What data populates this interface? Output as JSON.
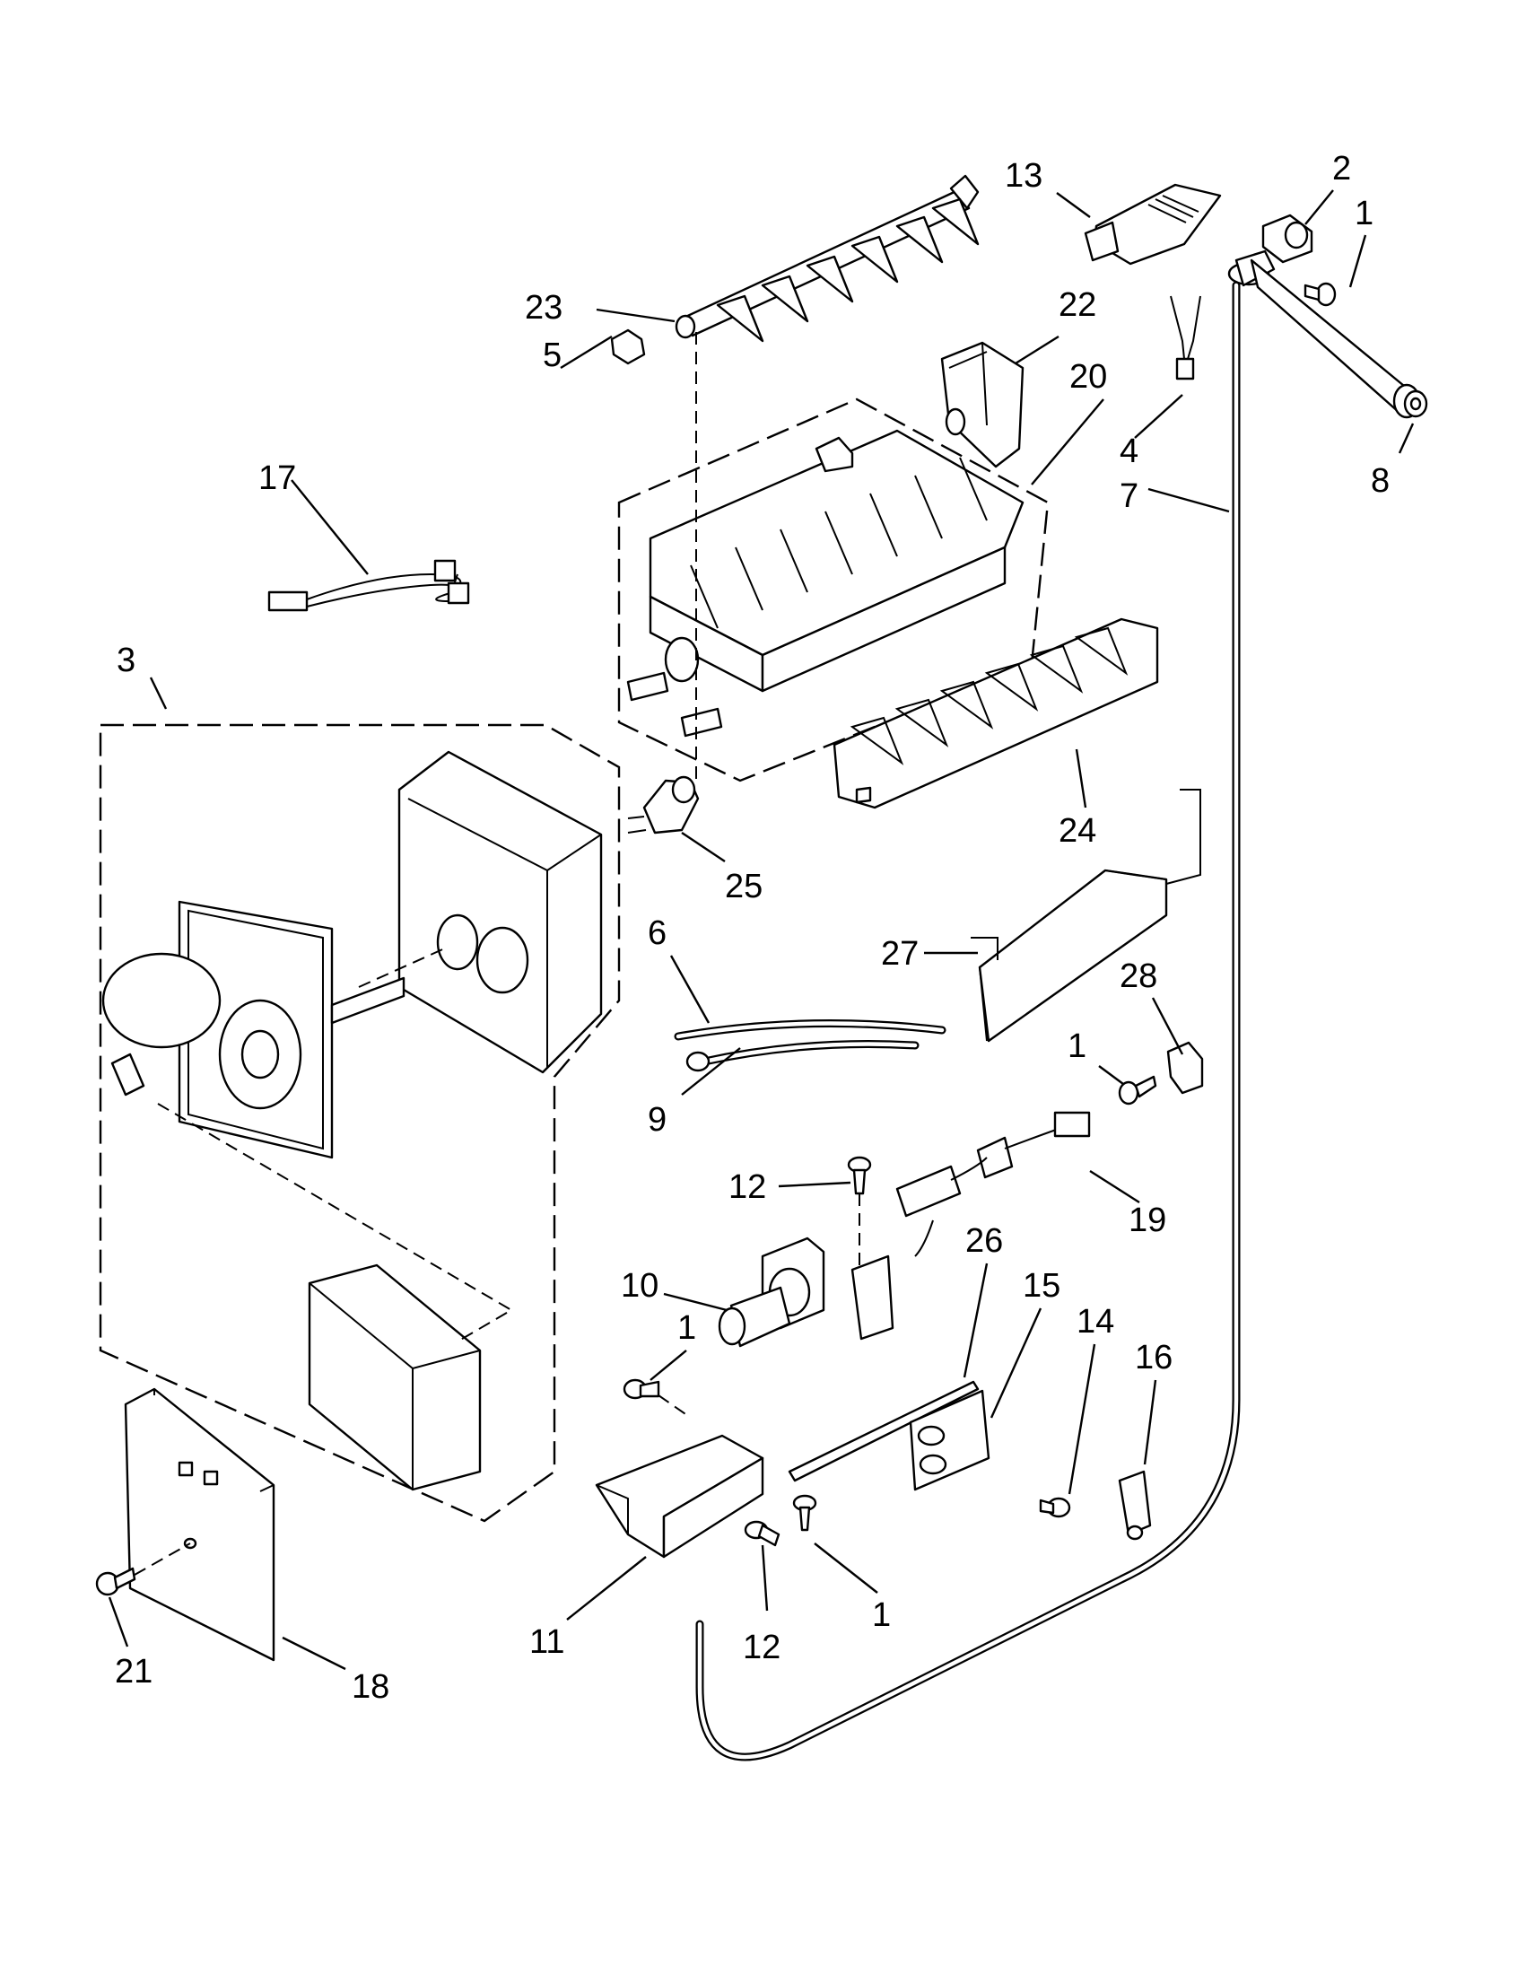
{
  "callouts": [
    {
      "id": "c2",
      "text": "2"
    },
    {
      "id": "c1a",
      "text": "1"
    },
    {
      "id": "c13",
      "text": "13"
    },
    {
      "id": "c23",
      "text": "23"
    },
    {
      "id": "c22",
      "text": "22"
    },
    {
      "id": "c5",
      "text": "5"
    },
    {
      "id": "c20",
      "text": "20"
    },
    {
      "id": "c4",
      "text": "4"
    },
    {
      "id": "c8",
      "text": "8"
    },
    {
      "id": "c17",
      "text": "17"
    },
    {
      "id": "c7",
      "text": "7"
    },
    {
      "id": "c3",
      "text": "3"
    },
    {
      "id": "c24",
      "text": "24"
    },
    {
      "id": "c25",
      "text": "25"
    },
    {
      "id": "c6",
      "text": "6"
    },
    {
      "id": "c27",
      "text": "27"
    },
    {
      "id": "c28",
      "text": "28"
    },
    {
      "id": "c1b",
      "text": "1"
    },
    {
      "id": "c9",
      "text": "9"
    },
    {
      "id": "c12a",
      "text": "12"
    },
    {
      "id": "c19",
      "text": "19"
    },
    {
      "id": "c26",
      "text": "26"
    },
    {
      "id": "c10",
      "text": "10"
    },
    {
      "id": "c15",
      "text": "15"
    },
    {
      "id": "c14",
      "text": "14"
    },
    {
      "id": "c16",
      "text": "16"
    },
    {
      "id": "c1c",
      "text": "1"
    },
    {
      "id": "c1d",
      "text": "1"
    },
    {
      "id": "c11",
      "text": "11"
    },
    {
      "id": "c12b",
      "text": "12"
    },
    {
      "id": "c21",
      "text": "21"
    },
    {
      "id": "c18",
      "text": "18"
    }
  ]
}
